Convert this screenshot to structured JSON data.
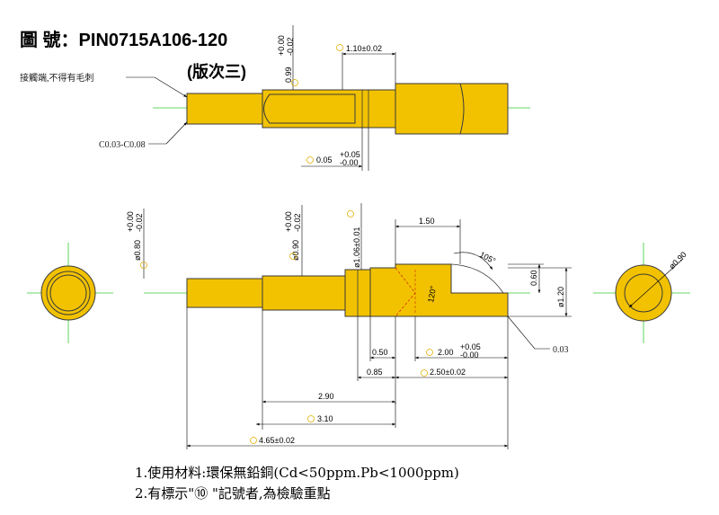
{
  "header": {
    "part_number": "圖 號：PIN0715A106-120",
    "revision": "(版次三)"
  },
  "annotations": {
    "contact_end": "接觸端,不得有毛刺",
    "chamfer": "C0.03-C0.08",
    "edge_right": "0.03"
  },
  "dimensions": {
    "top_dia_base": "0.99",
    "top_dia_tol_plus": "+0.00",
    "top_dia_tol_minus": "-0.02",
    "top_slot_width": "1.10±0.02",
    "top_slot_depth_base": "0.05",
    "top_slot_depth_tol_plus": "+0.05",
    "top_slot_depth_tol_minus": "-0.00",
    "tip_dia_base": "ø0.80",
    "tip_dia_tol_plus": "+0.00",
    "tip_dia_tol_minus": "-0.02",
    "mid_dia_base": "ø0.90",
    "mid_dia_tol_plus": "+0.00",
    "mid_dia_tol_minus": "-0.02",
    "collar_dia": "ø1.06±0.01",
    "cup_len": "1.50",
    "cup_angle": "105°",
    "cup_depth": "0.60",
    "body_dia": "ø1.20",
    "drill_angle": "120°",
    "collar_len": "0.50",
    "cup_slot_base": "2.00",
    "cup_slot_tol_plus": "+0.05",
    "cup_slot_tol_minus": "-0.00",
    "to_body": "0.85",
    "body_len": "2.50±0.02",
    "len_2_90": "2.90",
    "len_3_10": "3.10",
    "overall_len": "4.65±0.02",
    "end_view_dia": "ø0.90"
  },
  "notes": {
    "line1": "1.使用材料:環保無鉛銅(Cd<50ppm.Pb<1000ppm)",
    "line2": "2.有標示\"⑩ \"記號者,為檢驗重點"
  },
  "colors": {
    "brass": "#f2c200",
    "outline": "#3a3a3a",
    "centerline": "#33cc33",
    "inspection_mark": "#e0b000"
  }
}
